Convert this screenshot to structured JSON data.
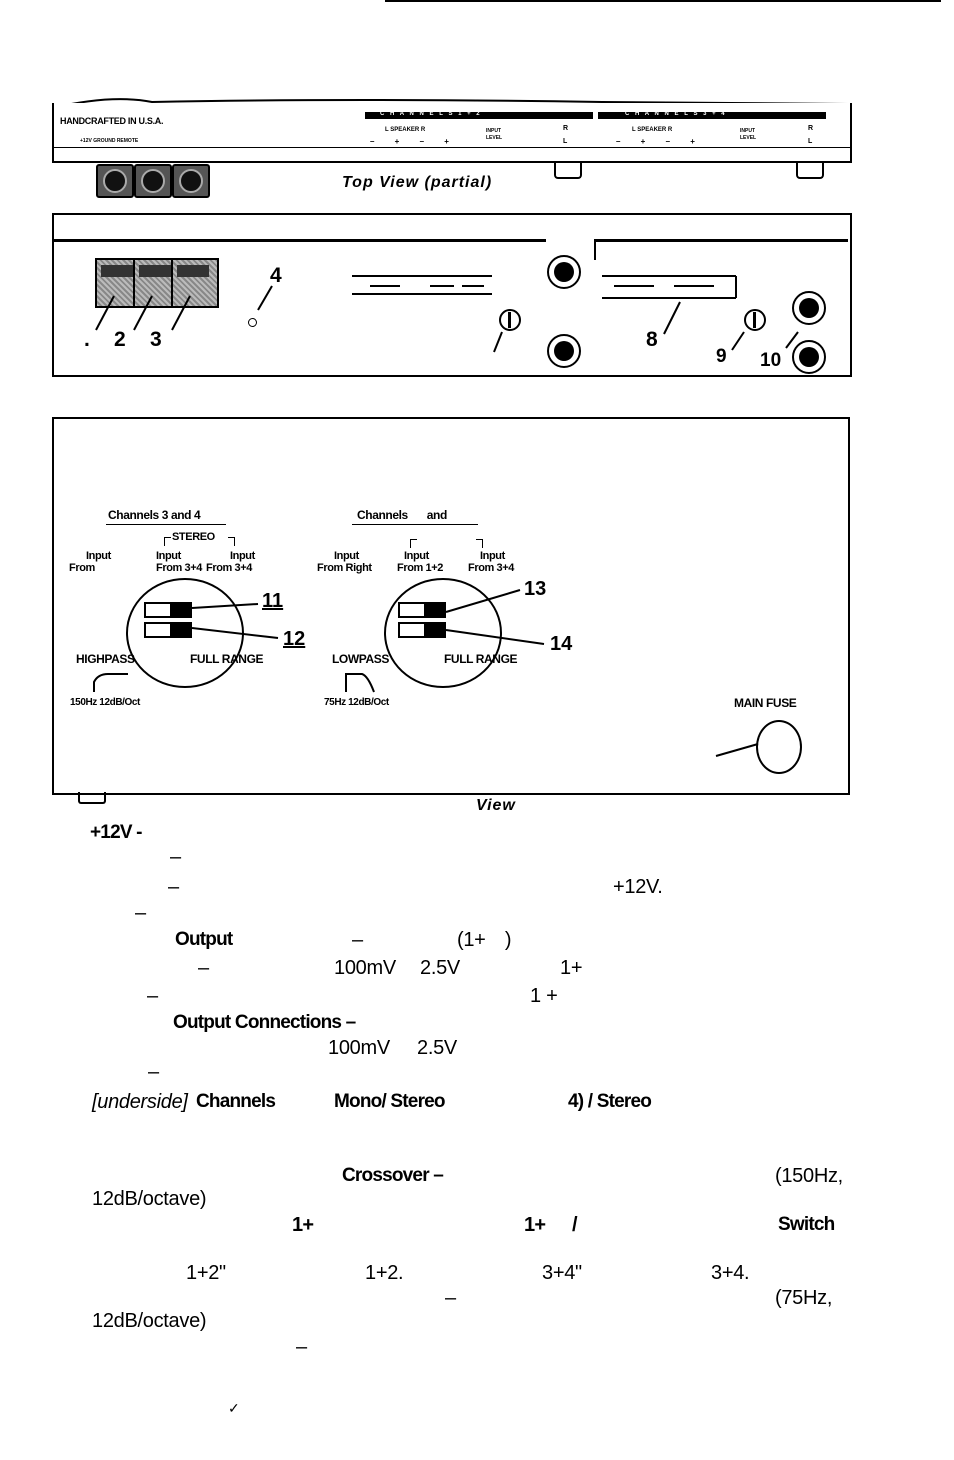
{
  "top_view": {
    "brand": "HANDCRAFTED IN U.S.A.",
    "power_labels": "+12V GROUND REMOTE",
    "band_left": "C H A N N E L S 1 + 2",
    "band_right": "C H A N N E L S 3 + 4",
    "spk_left_1": "L SPEAKER R",
    "spk_left_2": "– + – +",
    "in_left_1": "INPUT LEVEL",
    "in_left_r": "R",
    "in_left_l": "L",
    "spk_right_1": "L SPEAKER R",
    "spk_right_2": "– + – +",
    "in_right_1": "INPUT LEVEL",
    "in_right_r": "R",
    "in_right_l": "L",
    "caption": "Top View (partial)"
  },
  "front": {
    "n1": ".",
    "n2": "2",
    "n3": "3",
    "n4": "4",
    "n8": "8",
    "n9": "9",
    "n10": "10"
  },
  "bottom": {
    "ch34_title": "Channels 3 and 4",
    "ch12_title": "Channels and",
    "stereo_bracket": "STEREO",
    "l_input_a": "Input",
    "l_input_a2": "From",
    "l_input_b": "Input",
    "l_input_b2": "From 3+4",
    "l_input_c": "Input",
    "l_input_c2": "From 3+4",
    "r_input_a": "Input",
    "r_input_a2": "From Right",
    "r_input_b": "Input",
    "r_input_b2": "From 1+2",
    "r_input_c": "Input",
    "r_input_c2": "From 3+4",
    "n11": "11",
    "n12": "12",
    "n13": "13",
    "n14": "14",
    "highpass": "HIGHPASS",
    "full_range_l": "FULL RANGE",
    "lowpass": "LOWPASS",
    "full_range_r": "FULL RANGE",
    "hp_spec": "150Hz 12dB/Oct",
    "lp_spec": "75Hz 12dB/Oct",
    "main_fuse": "MAIN FUSE",
    "view_caption": "View"
  },
  "text": {
    "l1": "+12V -",
    "l2": "–",
    "l3a": "–",
    "l3b": "+12V.",
    "l4": "–",
    "l5a": "Output",
    "l5b": "–",
    "l5c": "(1+ )",
    "l6a": "–",
    "l6b": "100mV",
    "l6c": "2.5V",
    "l6d": "1+",
    "l7a": "–",
    "l7b": "1 +",
    "l8": "Output Connections –",
    "l9a": "100mV",
    "l9b": "2.5V",
    "l10": "–",
    "l11a": "[underside]",
    "l11b": "Channels",
    "l11c": "Mono/ Stereo",
    "l11d": "4) / Stereo",
    "l12a": "Crossover –",
    "l12b": "(150Hz,",
    "l13": "12dB/octave)",
    "l14a": "1+",
    "l14b": "1+ /",
    "l14c": "Switch",
    "l15a": "1+2\"",
    "l15b": "1+2.",
    "l15c": "3+4\"",
    "l15d": "3+4.",
    "l16a": "–",
    "l16b": "(75Hz,",
    "l17": "12dB/octave)",
    "l18": "–",
    "l19": "✓"
  }
}
